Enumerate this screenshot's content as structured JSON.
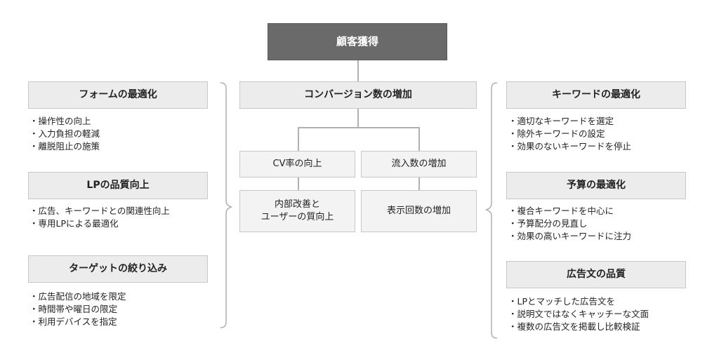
{
  "root": {
    "label": "顧客獲得"
  },
  "left": [
    {
      "heading": "フォームの最適化",
      "items": [
        "操作性の向上",
        "入力負担の軽減",
        "離脱阻止の施策"
      ]
    },
    {
      "heading": "LPの品質向上",
      "items": [
        "広告、キーワードとの関連性向上",
        "専用LPによる最適化"
      ]
    },
    {
      "heading": "ターゲットの絞り込み",
      "items": [
        "広告配信の地域を限定",
        "時間帯や曜日の限定",
        "利用デバイスを指定"
      ]
    }
  ],
  "center": {
    "heading": "コンバージョン数の増加",
    "branches": [
      {
        "label": "CV率の向上",
        "child_line1": "内部改善と",
        "child_line2": "ユーザーの質向上"
      },
      {
        "label": "流入数の増加",
        "child_line1": "表示回数の増加"
      }
    ]
  },
  "right": [
    {
      "heading": "キーワードの最適化",
      "items": [
        "適切なキーワードを選定",
        "除外キーワードの設定",
        "効果のないキーワードを停止"
      ]
    },
    {
      "heading": "予算の最適化",
      "items": [
        "複合キーワードを中心に",
        "予算配分の見直し",
        "効果の高いキーワードに注力"
      ]
    },
    {
      "heading": "広告文の品質",
      "items": [
        "LPとマッチした広告文を",
        "説明文ではなくキャッチーな文面",
        "複数の広告文を掲載し比較検証"
      ]
    }
  ],
  "colors": {
    "root_fill": "#6a6a6a",
    "box_fill": "#ececec",
    "border": "#c8c8c8",
    "connector": "#b0b0b0"
  }
}
